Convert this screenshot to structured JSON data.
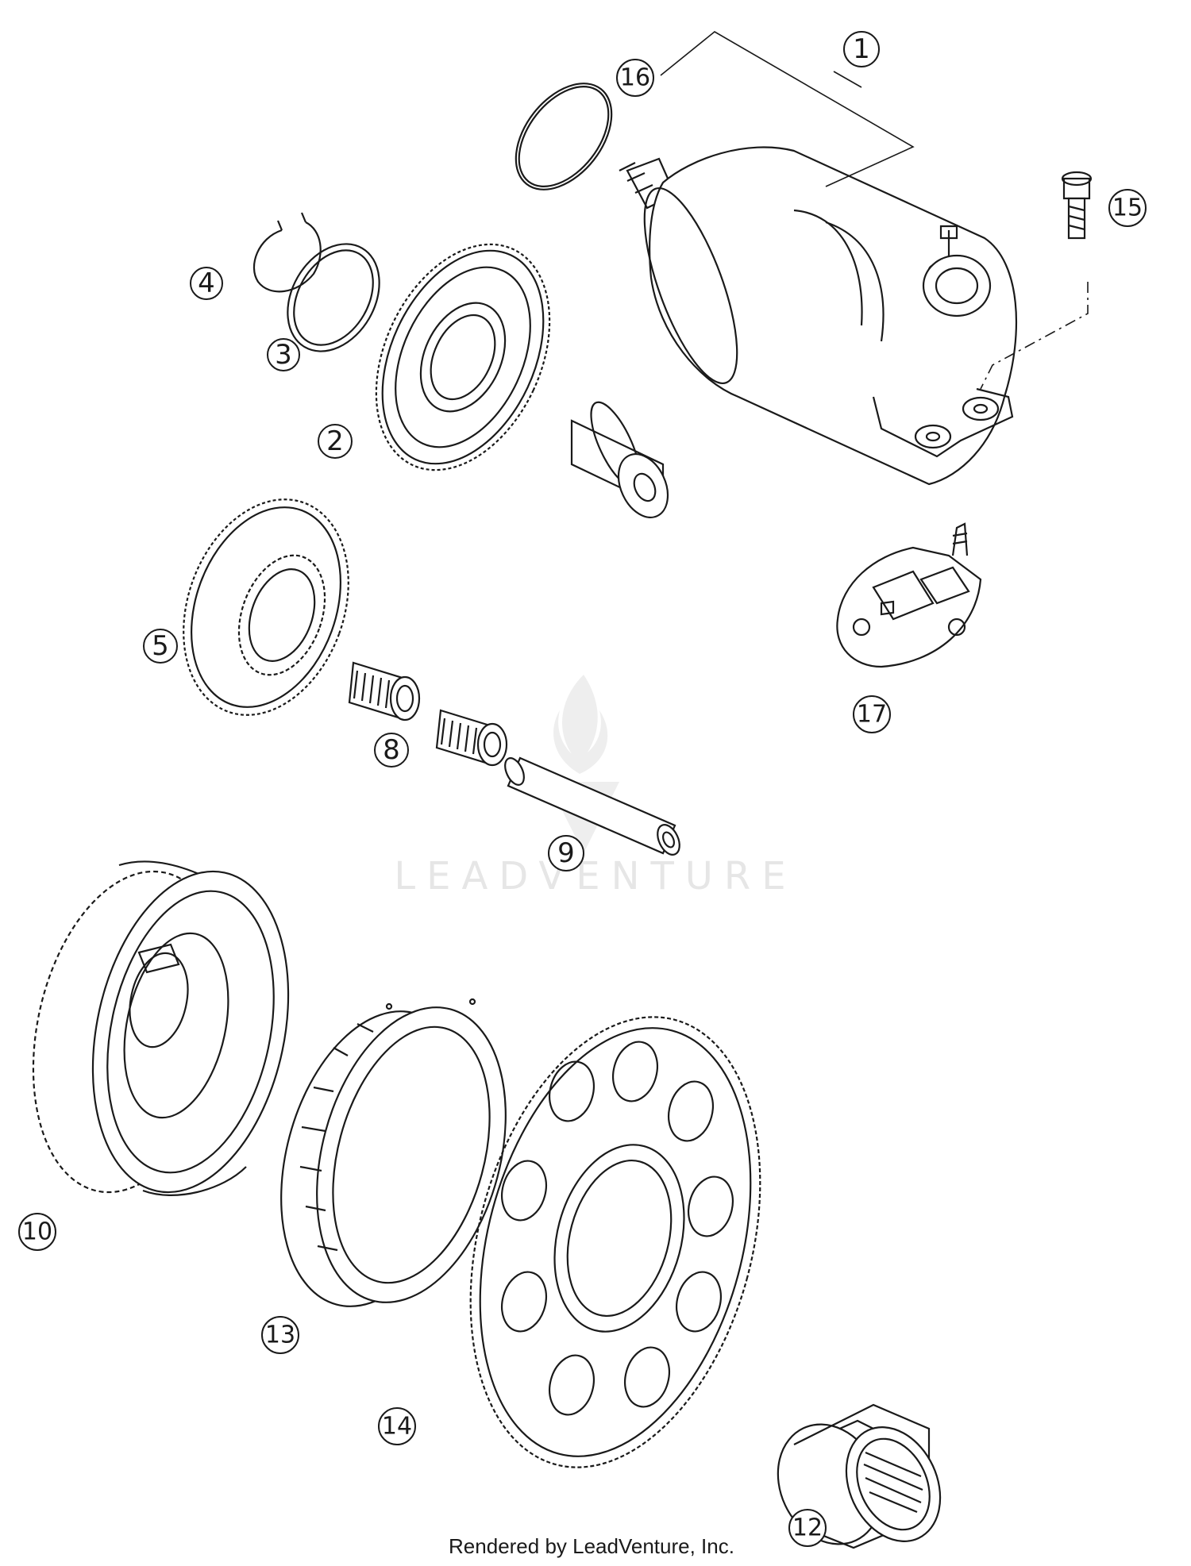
{
  "watermark": {
    "text": "LEADVENTURE"
  },
  "footer": {
    "credit": "Rendered by LeadVenture, Inc."
  },
  "callouts": {
    "c1": "1",
    "c2": "2",
    "c3": "3",
    "c4": "4",
    "c5": "5",
    "c8": "8",
    "c9": "9",
    "c10": "10",
    "c12": "12",
    "c13": "13",
    "c14": "14",
    "c15": "15",
    "c16": "16",
    "c17": "17"
  },
  "colors": {
    "line": "#1a1a1a",
    "background": "#ffffff",
    "watermark": "#e6e6e6"
  }
}
